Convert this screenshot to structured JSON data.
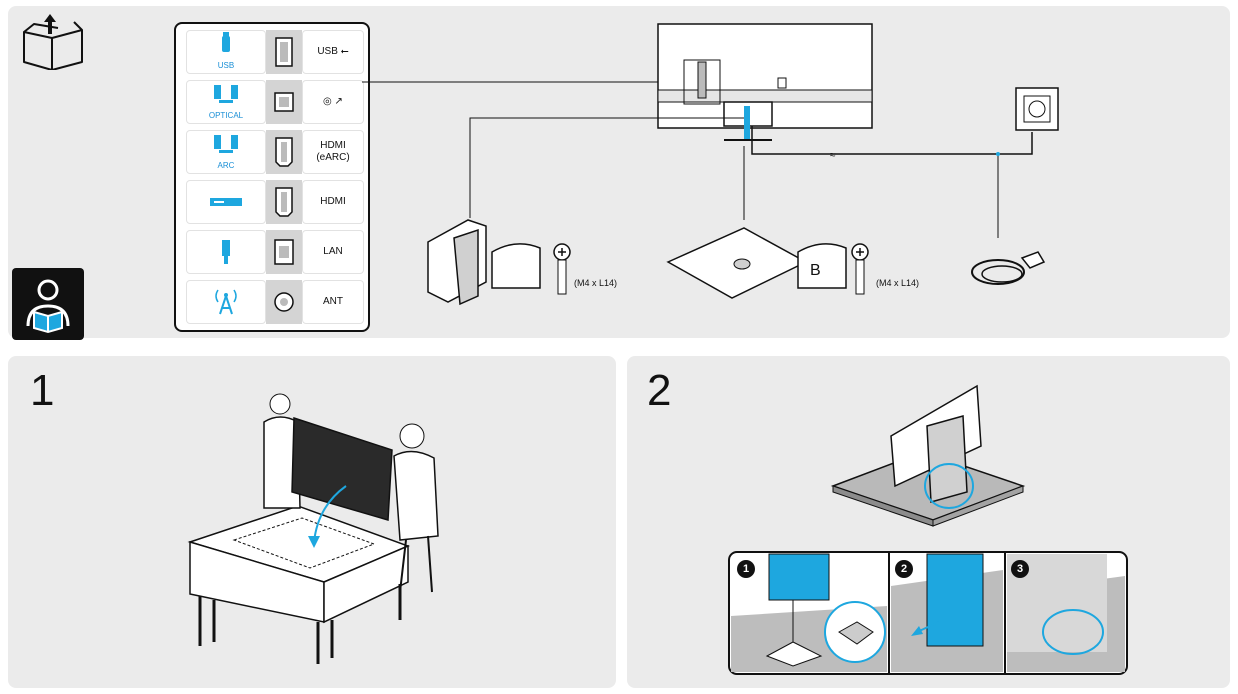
{
  "steps": [
    {
      "number": "1"
    },
    {
      "number": "2"
    }
  ],
  "ports": [
    {
      "name": "USB",
      "caption": "USB",
      "icon": "usb-drive-icon"
    },
    {
      "name": "",
      "caption": "OPTICAL",
      "icon": "optical-speaker-icon"
    },
    {
      "name": "HDMI\n(eARC)",
      "caption": "ARC",
      "icon": "arc-speaker-icon"
    },
    {
      "name": "HDMI",
      "caption": "",
      "icon": "set-top-box-icon"
    },
    {
      "name": "LAN",
      "caption": "",
      "icon": "lan-plug-icon"
    },
    {
      "name": "ANT",
      "caption": "",
      "icon": "antenna-icon"
    }
  ],
  "parts": {
    "screw_spec_1": "(M4 x L14)",
    "screw_spec_2": "(M4 x L14)",
    "bag_label": "B"
  },
  "substeps": [
    "1",
    "2",
    "3"
  ],
  "colors": {
    "accent": "#1ea7df",
    "panel": "#ebebeb",
    "line": "#111111"
  }
}
